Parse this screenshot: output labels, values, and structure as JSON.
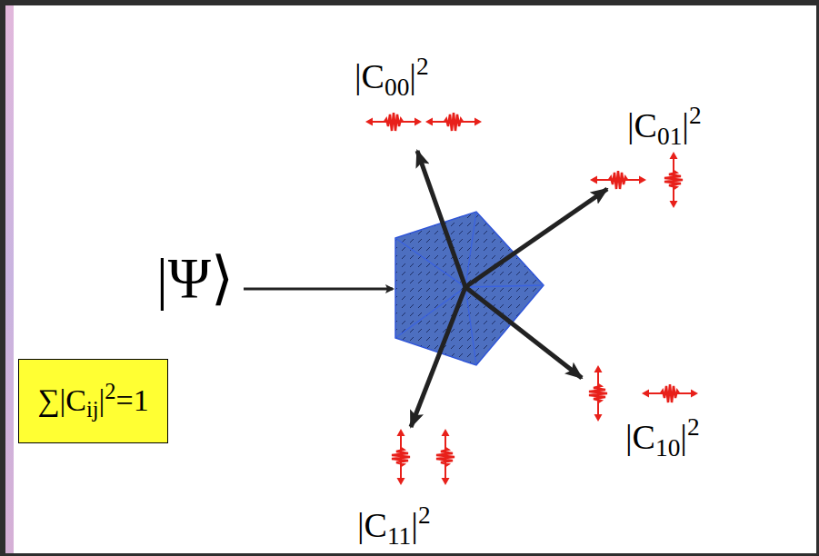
{
  "diagram": {
    "nodes": [
      {
        "text": [
          "∑|Cij|2=1"
        ]
      }
    ],
    "labels": [
      "|Ψ⟩",
      "|C00|2",
      "|C01|2",
      "|C10|2",
      "|C11|2"
    ]
  }
}
